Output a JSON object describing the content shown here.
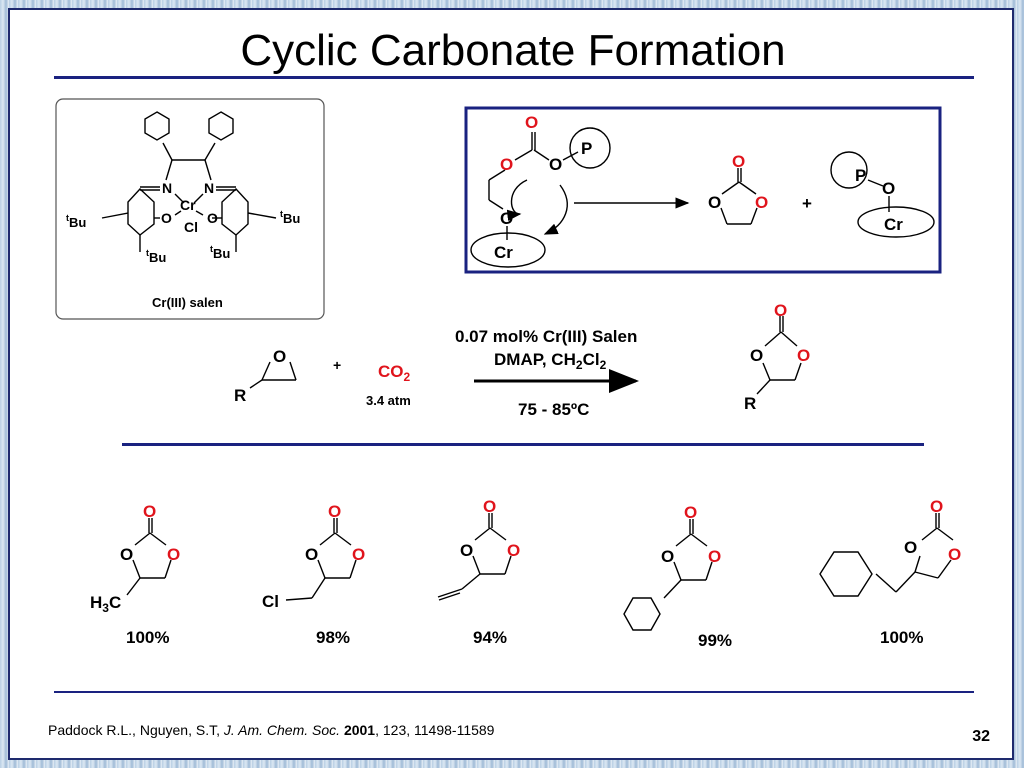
{
  "slide": {
    "title": "Cyclic Carbonate Formation",
    "page_number": "32"
  },
  "catalyst": {
    "caption": "Cr(III) salen",
    "metal": "Cr",
    "ligand": "Cl",
    "nitrogen": "N",
    "oxygen": "O",
    "tbu_sup": "t",
    "tbu": "Bu"
  },
  "mechanism": {
    "polymer_label": "P",
    "metal_label": "Cr",
    "oxygen": "O",
    "plus": "+"
  },
  "reaction": {
    "reagent": "R",
    "plus": "+",
    "co2_main": "CO",
    "co2_sub": "2",
    "pressure": "3.4 atm",
    "condition_catalyst": "0.07 mol% Cr(III) Salen",
    "condition_solvent_a": "DMAP, CH",
    "condition_solvent_sub1": "2",
    "condition_solvent_b": "Cl",
    "condition_solvent_sub2": "2",
    "temperature": "75 - 85ºC",
    "product_r": "R",
    "oxygen": "O"
  },
  "products": [
    {
      "substituent_a": "H",
      "substituent_sub": "3",
      "substituent_b": "C",
      "yield": "100%"
    },
    {
      "substituent": "Cl",
      "yield": "98%"
    },
    {
      "yield": "94%"
    },
    {
      "yield": "99%"
    },
    {
      "yield": "100%"
    }
  ],
  "citation": {
    "authors": "Paddock R.L., Nguyen, S.T, ",
    "journal": "J. Am. Chem. Soc.",
    "year": "2001",
    "details": ", 123, 11498-11589"
  },
  "colors": {
    "accent": "#1a2280",
    "oxygen_red": "#e0141c"
  }
}
